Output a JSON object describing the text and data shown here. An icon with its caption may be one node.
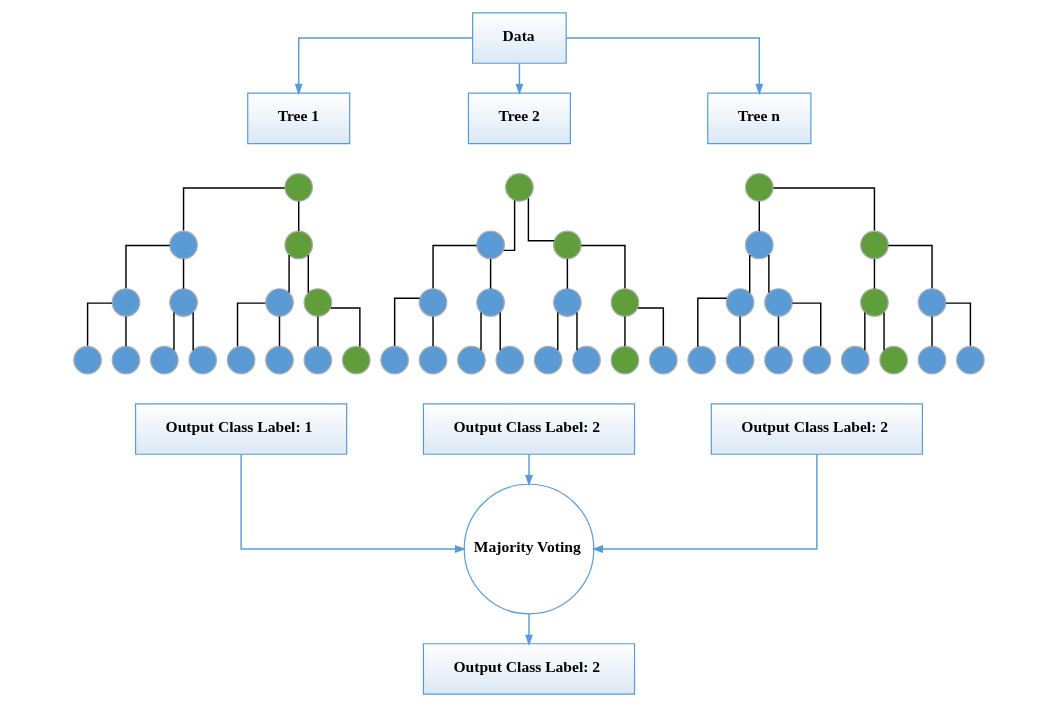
{
  "diagram": {
    "nodes": [
      {
        "text": [
          "Data"
        ]
      },
      {
        "text": [
          "Tree 1"
        ]
      },
      {
        "text": [
          "Tree 2"
        ]
      },
      {
        "text": [
          "Tree n"
        ]
      },
      {
        "text": [],
        "shape": "circle"
      },
      {
        "text": [],
        "shape": "circle"
      },
      {
        "text": [],
        "shape": "circle"
      },
      {
        "text": [],
        "shape": "circle"
      },
      {
        "text": [],
        "shape": "circle"
      },
      {
        "text": [],
        "shape": "circle"
      },
      {
        "text": [],
        "shape": "circle"
      },
      {
        "text": [],
        "shape": "circle"
      },
      {
        "text": [],
        "shape": "circle"
      },
      {
        "text": [],
        "shape": "circle"
      },
      {
        "text": [],
        "shape": "circle"
      },
      {
        "text": [],
        "shape": "circle"
      },
      {
        "text": [],
        "shape": "circle"
      },
      {
        "text": [],
        "shape": "circle"
      },
      {
        "text": [],
        "shape": "circle"
      },
      {
        "text": [],
        "shape": "circle"
      },
      {
        "text": [],
        "shape": "circle"
      },
      {
        "text": [],
        "shape": "circle"
      },
      {
        "text": [],
        "shape": "circle"
      },
      {
        "text": [],
        "shape": "circle"
      },
      {
        "text": [],
        "shape": "circle"
      },
      {
        "text": [],
        "shape": "circle"
      },
      {
        "text": [],
        "shape": "circle"
      },
      {
        "text": [],
        "shape": "circle"
      },
      {
        "text": [],
        "shape": "circle"
      },
      {
        "text": [],
        "shape": "circle"
      },
      {
        "text": [],
        "shape": "circle"
      },
      {
        "text": [],
        "shape": "circle"
      },
      {
        "text": [],
        "shape": "circle"
      },
      {
        "text": [],
        "shape": "circle"
      },
      {
        "text": [],
        "shape": "circle"
      },
      {
        "text": [],
        "shape": "circle"
      },
      {
        "text": [],
        "shape": "circle"
      },
      {
        "text": [],
        "shape": "circle"
      },
      {
        "text": [],
        "shape": "circle"
      },
      {
        "text": [],
        "shape": "circle"
      },
      {
        "text": [],
        "shape": "circle"
      },
      {
        "text": [],
        "shape": "circle"
      },
      {
        "text": [],
        "shape": "circle"
      },
      {
        "text": [],
        "shape": "circle"
      },
      {
        "text": [],
        "shape": "circle"
      },
      {
        "text": [],
        "shape": "circle"
      },
      {
        "text": [],
        "shape": "circle"
      },
      {
        "text": [],
        "shape": "circle"
      },
      {
        "text": [],
        "shape": "circle"
      },
      {
        "text": [
          "Output Class Label: 1"
        ]
      },
      {
        "text": [
          "Output Class Label: 2"
        ]
      },
      {
        "text": [
          "Output Class Label: 2"
        ]
      },
      {
        "text": [
          "Majority Voting"
        ]
      },
      {
        "text": [
          "Output Class Label: 2"
        ]
      }
    ],
    "edges": [
      {
        "from": 0,
        "to": 1,
        "arrow": "to",
        "color": "#5b9bd5"
      },
      {
        "from": 0,
        "to": 2,
        "arrow": "to",
        "color": "#5b9bd5"
      },
      {
        "from": 0,
        "to": 3,
        "arrow": "to",
        "color": "#5b9bd5"
      },
      {
        "from": 4,
        "to": 5,
        "arrow": "none"
      },
      {
        "from": 4,
        "to": 6,
        "arrow": "none"
      },
      {
        "from": 5,
        "to": 7,
        "arrow": "none"
      },
      {
        "from": 5,
        "to": 8,
        "arrow": "none"
      },
      {
        "from": 6,
        "to": 9,
        "arrow": "none"
      },
      {
        "from": 6,
        "to": 10,
        "arrow": "none"
      },
      {
        "from": 7,
        "to": 11,
        "arrow": "none"
      },
      {
        "from": 7,
        "to": 12,
        "arrow": "none"
      },
      {
        "from": 8,
        "to": 13,
        "arrow": "none"
      },
      {
        "from": 8,
        "to": 14,
        "arrow": "none"
      },
      {
        "from": 9,
        "to": 15,
        "arrow": "none"
      },
      {
        "from": 9,
        "to": 16,
        "arrow": "none"
      },
      {
        "from": 10,
        "to": 17,
        "arrow": "none"
      },
      {
        "from": 10,
        "to": 18,
        "arrow": "none"
      },
      {
        "from": 19,
        "to": 20,
        "arrow": "none"
      },
      {
        "from": 19,
        "to": 21,
        "arrow": "none"
      },
      {
        "from": 20,
        "to": 22,
        "arrow": "none"
      },
      {
        "from": 20,
        "to": 23,
        "arrow": "none"
      },
      {
        "from": 21,
        "to": 24,
        "arrow": "none"
      },
      {
        "from": 21,
        "to": 25,
        "arrow": "none"
      },
      {
        "from": 22,
        "to": 26,
        "arrow": "none"
      },
      {
        "from": 22,
        "to": 27,
        "arrow": "none"
      },
      {
        "from": 23,
        "to": 28,
        "arrow": "none"
      },
      {
        "from": 23,
        "to": 29,
        "arrow": "none"
      },
      {
        "from": 24,
        "to": 30,
        "arrow": "none"
      },
      {
        "from": 24,
        "to": 31,
        "arrow": "none"
      },
      {
        "from": 25,
        "to": 32,
        "arrow": "none"
      },
      {
        "from": 25,
        "to": 33,
        "arrow": "none"
      },
      {
        "from": 34,
        "to": 35,
        "arrow": "none"
      },
      {
        "from": 34,
        "to": 36,
        "arrow": "none"
      },
      {
        "from": 35,
        "to": 37,
        "arrow": "none"
      },
      {
        "from": 35,
        "to": 38,
        "arrow": "none"
      },
      {
        "from": 36,
        "to": 39,
        "arrow": "none"
      },
      {
        "from": 36,
        "to": 40,
        "arrow": "none"
      },
      {
        "from": 37,
        "to": 41,
        "arrow": "none"
      },
      {
        "from": 37,
        "to": 42,
        "arrow": "none"
      },
      {
        "from": 38,
        "to": 43,
        "arrow": "none"
      },
      {
        "from": 38,
        "to": 44,
        "arrow": "none"
      },
      {
        "from": 39,
        "to": 45,
        "arrow": "none"
      },
      {
        "from": 39,
        "to": 46,
        "arrow": "none"
      },
      {
        "from": 40,
        "to": 47,
        "arrow": "none"
      },
      {
        "from": 40,
        "to": 48,
        "arrow": "none"
      },
      {
        "from": 49,
        "to": 52,
        "arrow": "to",
        "color": "#5b9bd5"
      },
      {
        "from": 50,
        "to": 52,
        "arrow": "to",
        "color": "#5b9bd5"
      },
      {
        "from": 51,
        "to": 52,
        "arrow": "to",
        "color": "#5b9bd5"
      },
      {
        "from": 52,
        "to": 53,
        "arrow": "to",
        "color": "#5b9bd5"
      }
    ]
  }
}
